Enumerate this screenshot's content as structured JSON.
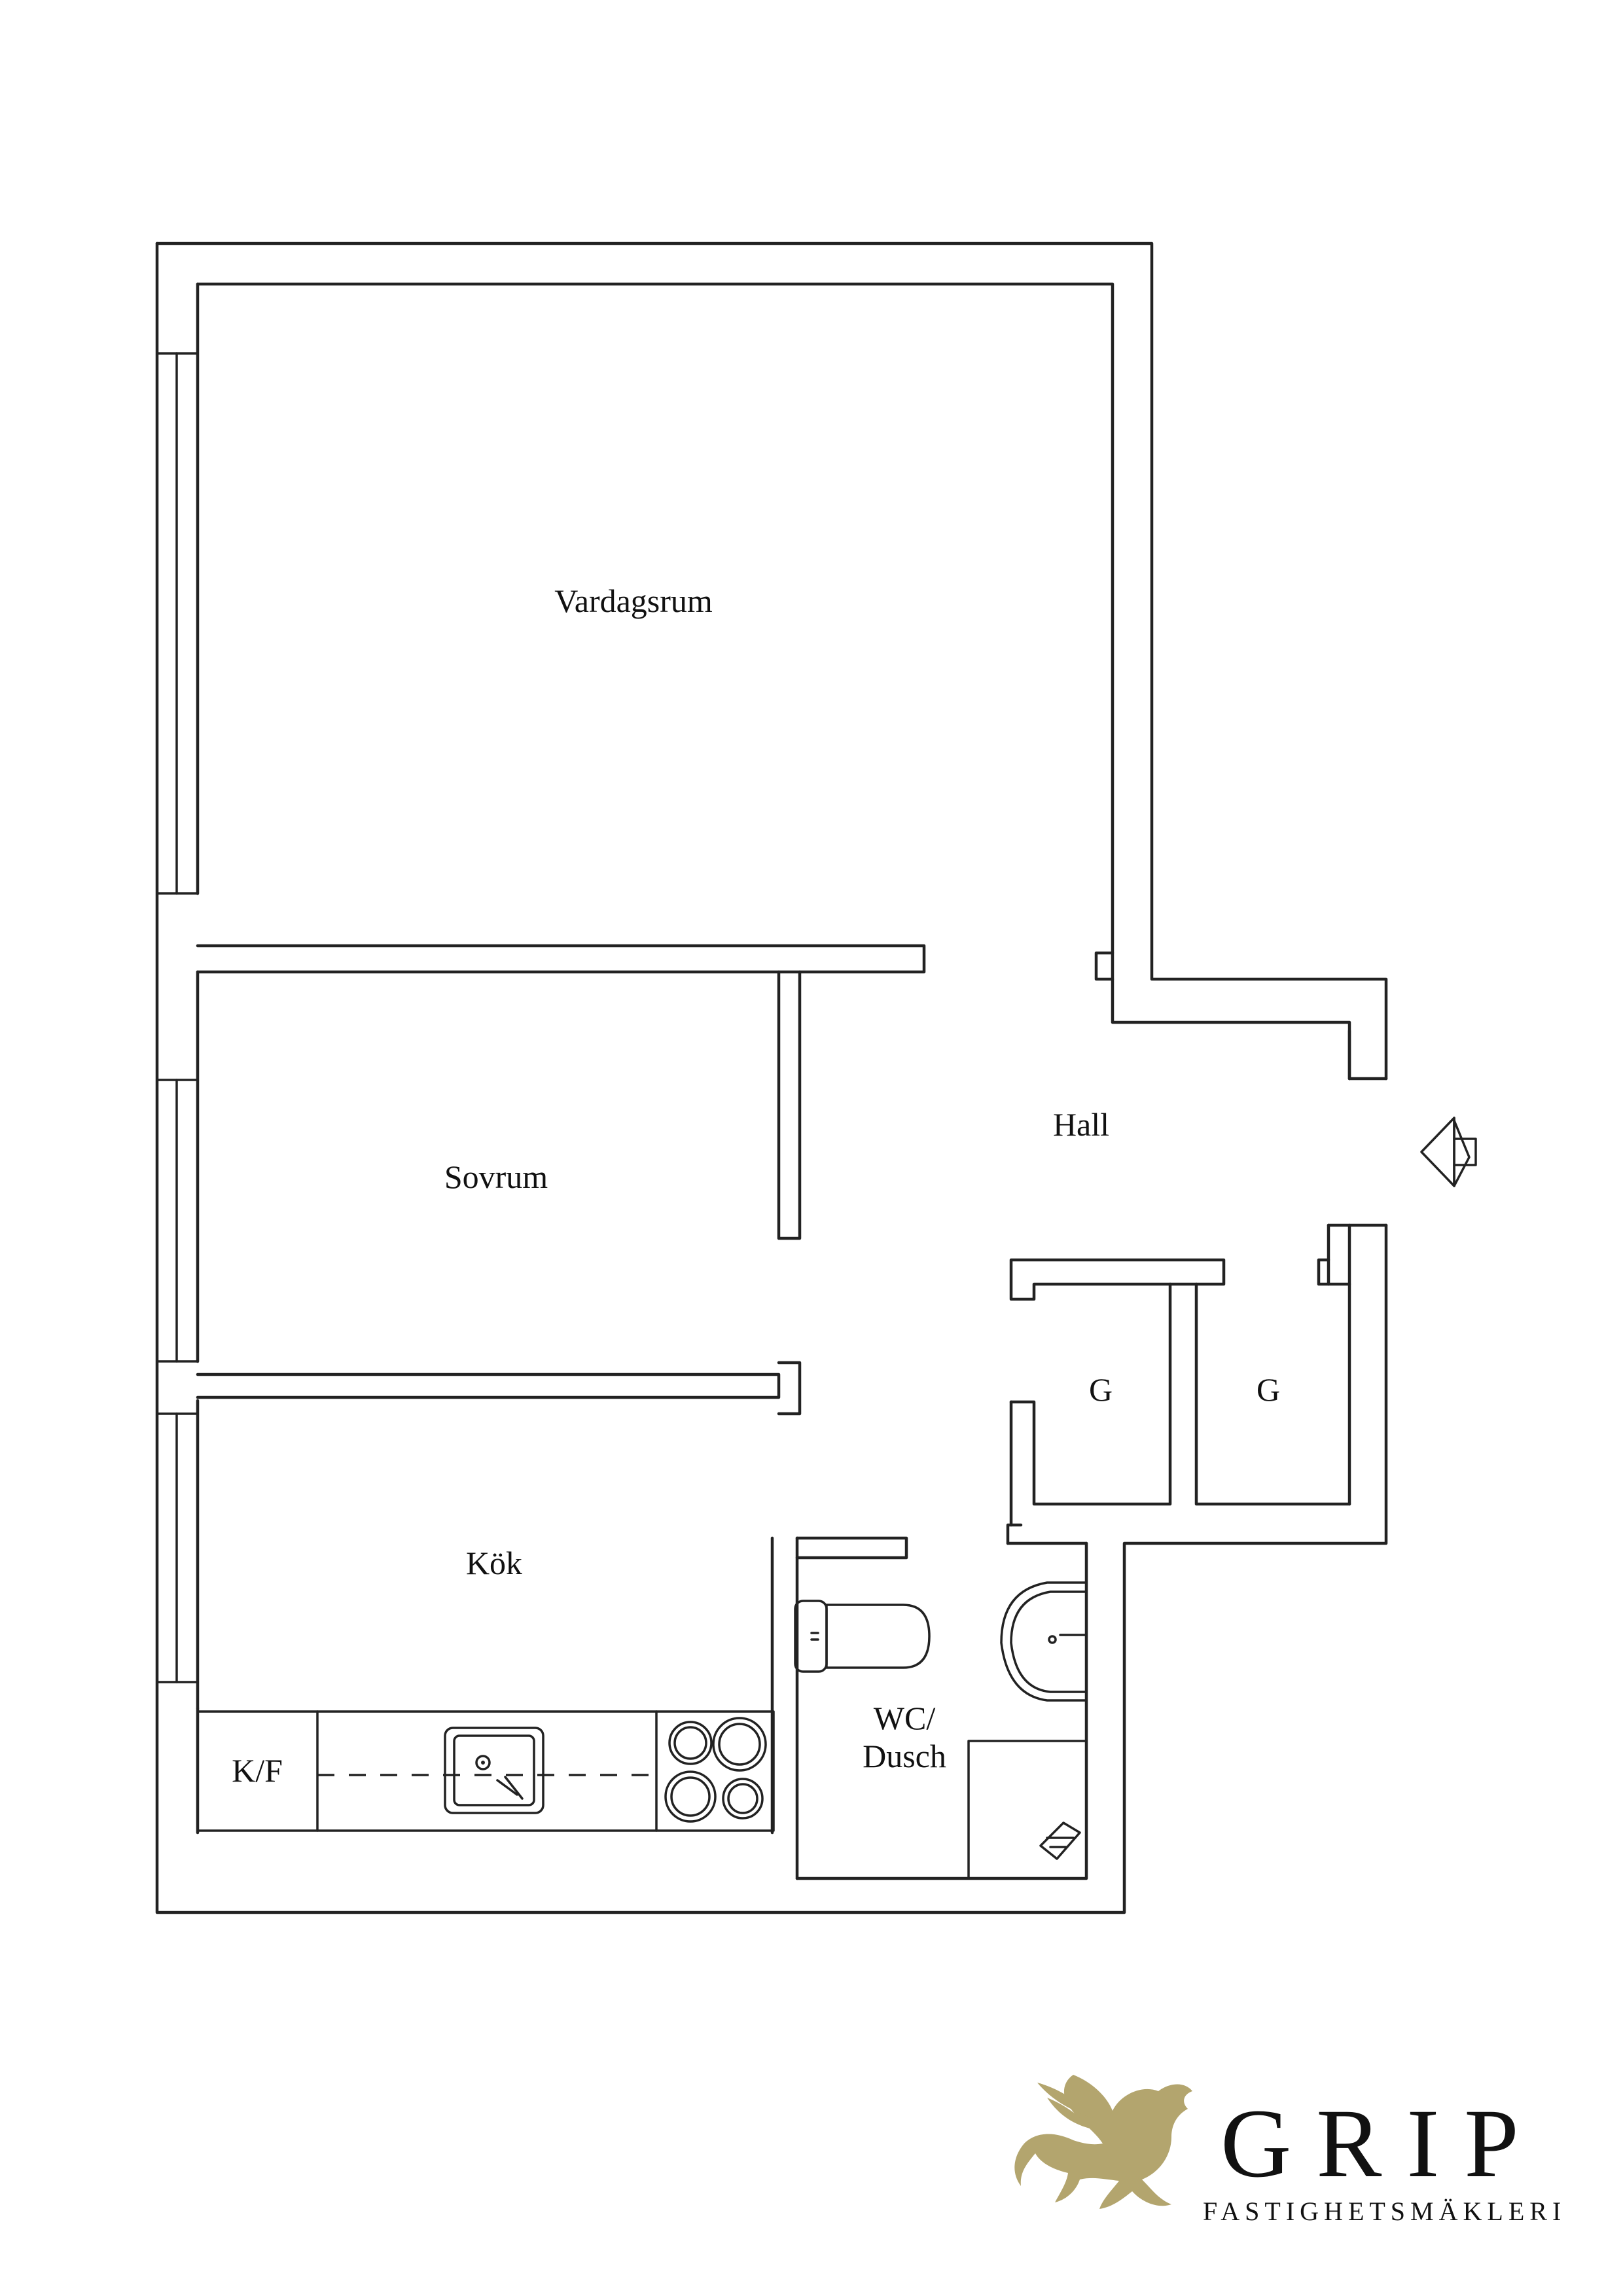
{
  "rooms": {
    "vardagsrum": "Vardagsrum",
    "sovrum": "Sovrum",
    "hall": "Hall",
    "kok": "Kök",
    "kf": "K/F",
    "wc_line1": "WC/",
    "wc_line2": "Dusch",
    "g1": "G",
    "g2": "G"
  },
  "brand": {
    "name": "GRIP",
    "subtitle": "FASTIGHETSMÄKLERI",
    "logo_color": "#b3a56e"
  }
}
